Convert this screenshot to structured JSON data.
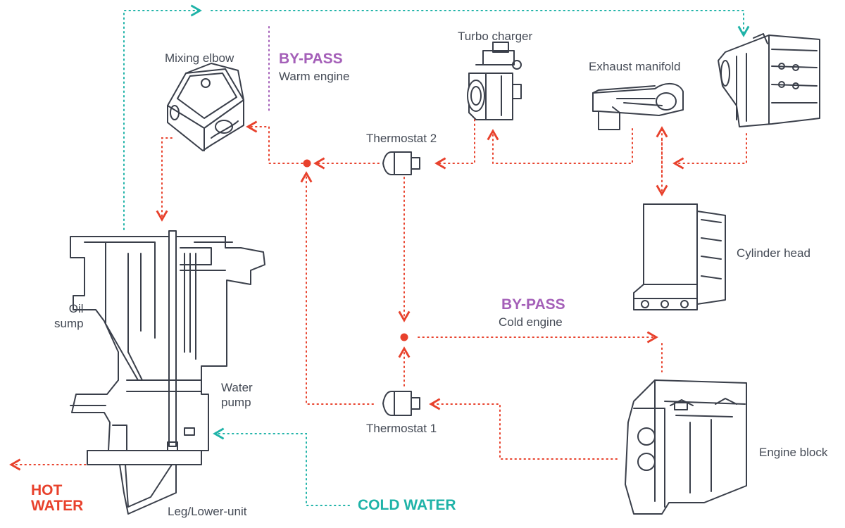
{
  "colors": {
    "hot": "#e8412c",
    "cold": "#1fb3a8",
    "bypass": "#a45fb8",
    "line_art": "#3a3f4a",
    "text": "#444a55"
  },
  "labels": {
    "mixing_elbow": "Mixing elbow",
    "turbo_charger": "Turbo charger",
    "exhaust_manifold": "Exhaust manifold",
    "thermostat_2": "Thermostat 2",
    "thermostat_1": "Thermostat 1",
    "cylinder_head": "Cylinder head",
    "engine_block": "Engine block",
    "oil_sump_line1": "Oil",
    "oil_sump_line2": "sump",
    "water_pump_line1": "Water",
    "water_pump_line2": "pump",
    "leg_lower_unit": "Leg/Lower-unit"
  },
  "bypass_warm": {
    "title": "BY-PASS",
    "subtitle": "Warm engine"
  },
  "bypass_cold": {
    "title": "BY-PASS",
    "subtitle": "Cold engine"
  },
  "legend": {
    "hot_line1": "HOT",
    "hot_line2": "WATER",
    "cold": "COLD WATER"
  },
  "icons": [
    "mixing-elbow-icon",
    "turbo-charger-icon",
    "exhaust-manifold-icon",
    "heat-exchanger-icon",
    "cylinder-head-icon",
    "engine-block-icon",
    "thermostat-icon",
    "outboard-leg-icon"
  ]
}
